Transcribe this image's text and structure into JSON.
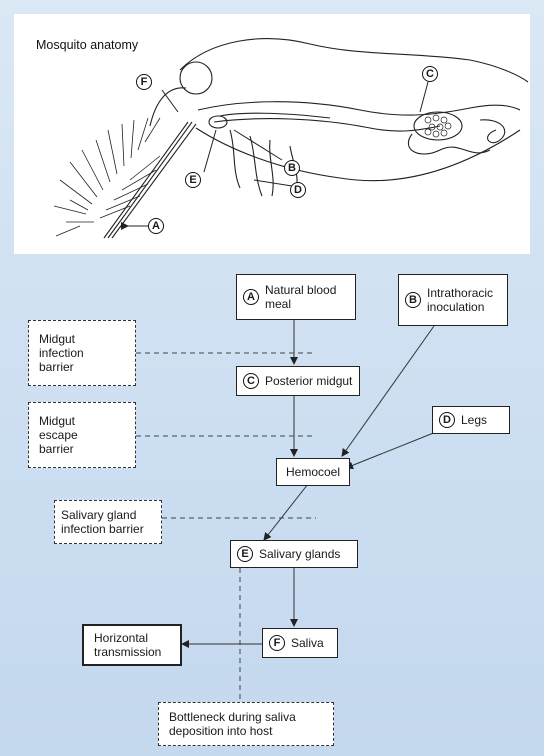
{
  "anatomy": {
    "title": "Mosquito anatomy",
    "markers": [
      "A",
      "B",
      "C",
      "D",
      "E",
      "F"
    ]
  },
  "flow": {
    "natural_blood_meal": {
      "marker": "A",
      "text": "Natural blood\nmeal"
    },
    "intrathoracic_inoculation": {
      "marker": "B",
      "text": "Intrathoracic\ninoculation"
    },
    "posterior_midgut": {
      "marker": "C",
      "text": "Posterior midgut"
    },
    "legs": {
      "marker": "D",
      "text": "Legs"
    },
    "hemocoel": {
      "text": "Hemocoel"
    },
    "salivary_glands": {
      "marker": "E",
      "text": "Salivary glands"
    },
    "saliva": {
      "marker": "F",
      "text": "Saliva"
    },
    "horizontal_transmission": {
      "text": "Horizontal\ntransmission"
    }
  },
  "barriers": {
    "midgut_infection": "Midgut\ninfection\nbarrier",
    "midgut_escape": "Midgut\nescape\nbarrier",
    "salivary_gland_infection": "Salivary gland\ninfection barrier",
    "bottleneck": "Bottleneck during saliva\ndeposition into host"
  }
}
